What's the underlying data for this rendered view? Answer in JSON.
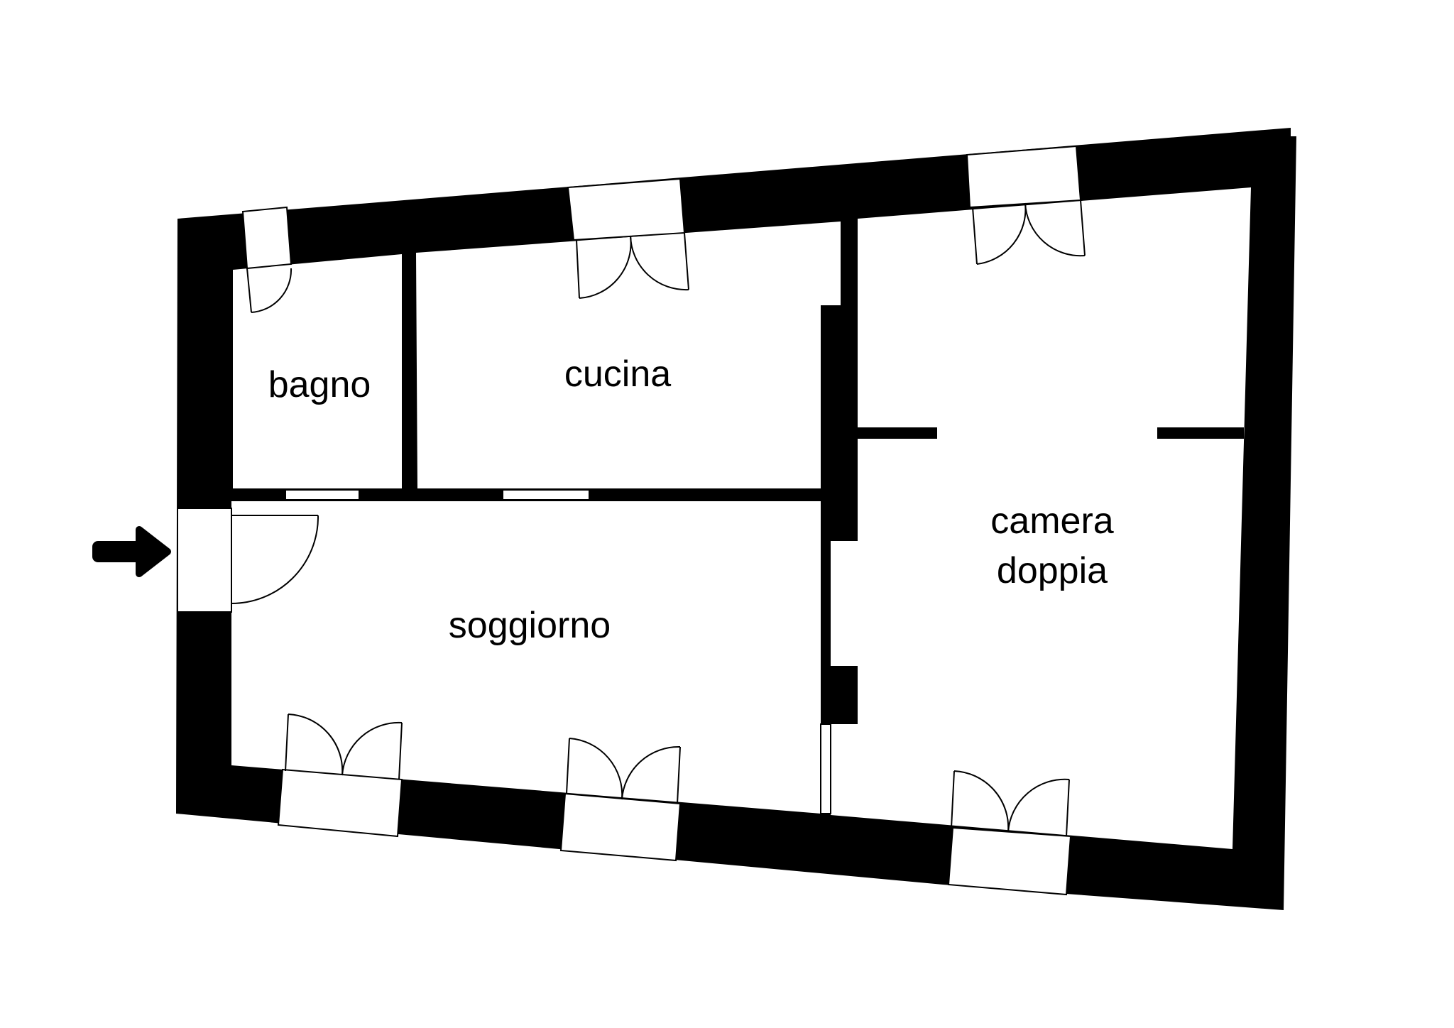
{
  "floor_plan": {
    "colors": {
      "wall": "#000000",
      "floor": "#ffffff",
      "line": "#000000"
    },
    "rooms": {
      "bagno": "bagno",
      "cucina": "cucina",
      "camera_line1": "camera",
      "camera_line2": "doppia",
      "soggiorno": "soggiorno"
    },
    "entrance": {
      "icon": "arrow-right-icon"
    }
  }
}
